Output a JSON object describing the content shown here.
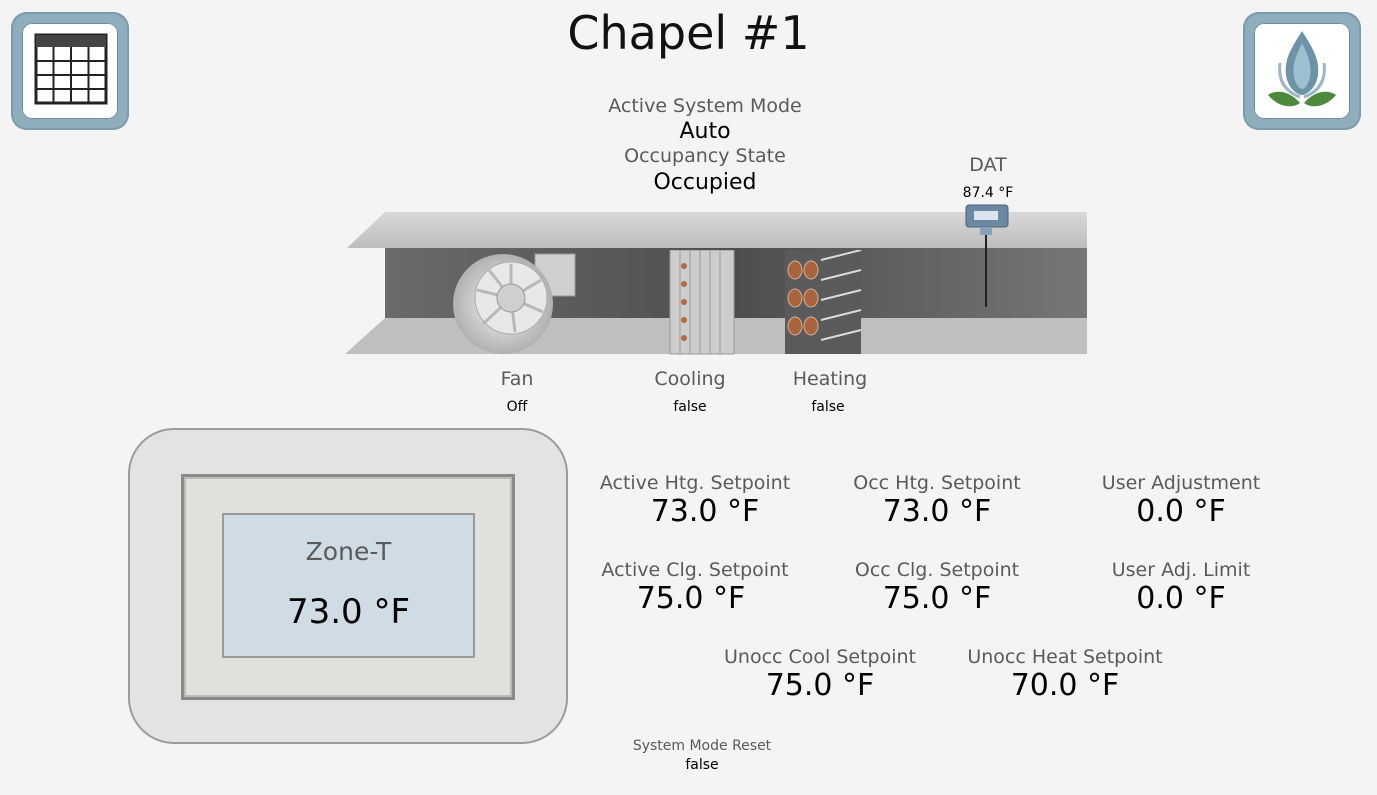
{
  "title": "Chapel #1",
  "nav": {
    "schedule_icon": "calendar-grid-icon",
    "home_icon": "flame-leaf-logo-icon"
  },
  "system": {
    "mode_label": "Active System Mode",
    "mode_value": "Auto",
    "occ_label": "Occupancy State",
    "occ_value": "Occupied"
  },
  "dat": {
    "label": "DAT",
    "value": "87.4 °F"
  },
  "components": {
    "fan_label": "Fan",
    "fan_value": "Off",
    "cooling_label": "Cooling",
    "cooling_value": "false",
    "heating_label": "Heating",
    "heating_value": "false"
  },
  "thermostat": {
    "label": "Zone-T",
    "value": "73.0 °F"
  },
  "setpoints": {
    "active_htg_label": "Active Htg. Setpoint",
    "active_htg_value": "73.0 °F",
    "occ_htg_label": "Occ Htg. Setpoint",
    "occ_htg_value": "73.0 °F",
    "user_adj_label": "User Adjustment",
    "user_adj_value": "0.0 °F",
    "active_clg_label": "Active Clg. Setpoint",
    "active_clg_value": "75.0 °F",
    "occ_clg_label": "Occ Clg. Setpoint",
    "occ_clg_value": "75.0 °F",
    "user_adj_limit_label": "User Adj. Limit",
    "user_adj_limit_value": "0.0 °F",
    "unocc_cool_label": "Unocc Cool Setpoint",
    "unocc_cool_value": "75.0 °F",
    "unocc_heat_label": "Unocc Heat Setpoint",
    "unocc_heat_value": "70.0 °F"
  },
  "reset": {
    "label": "System Mode Reset",
    "value": "false"
  },
  "colors": {
    "nav_frame": "#8eaebd",
    "screen": "#d0dce5",
    "duct": "#d6d6d6"
  }
}
